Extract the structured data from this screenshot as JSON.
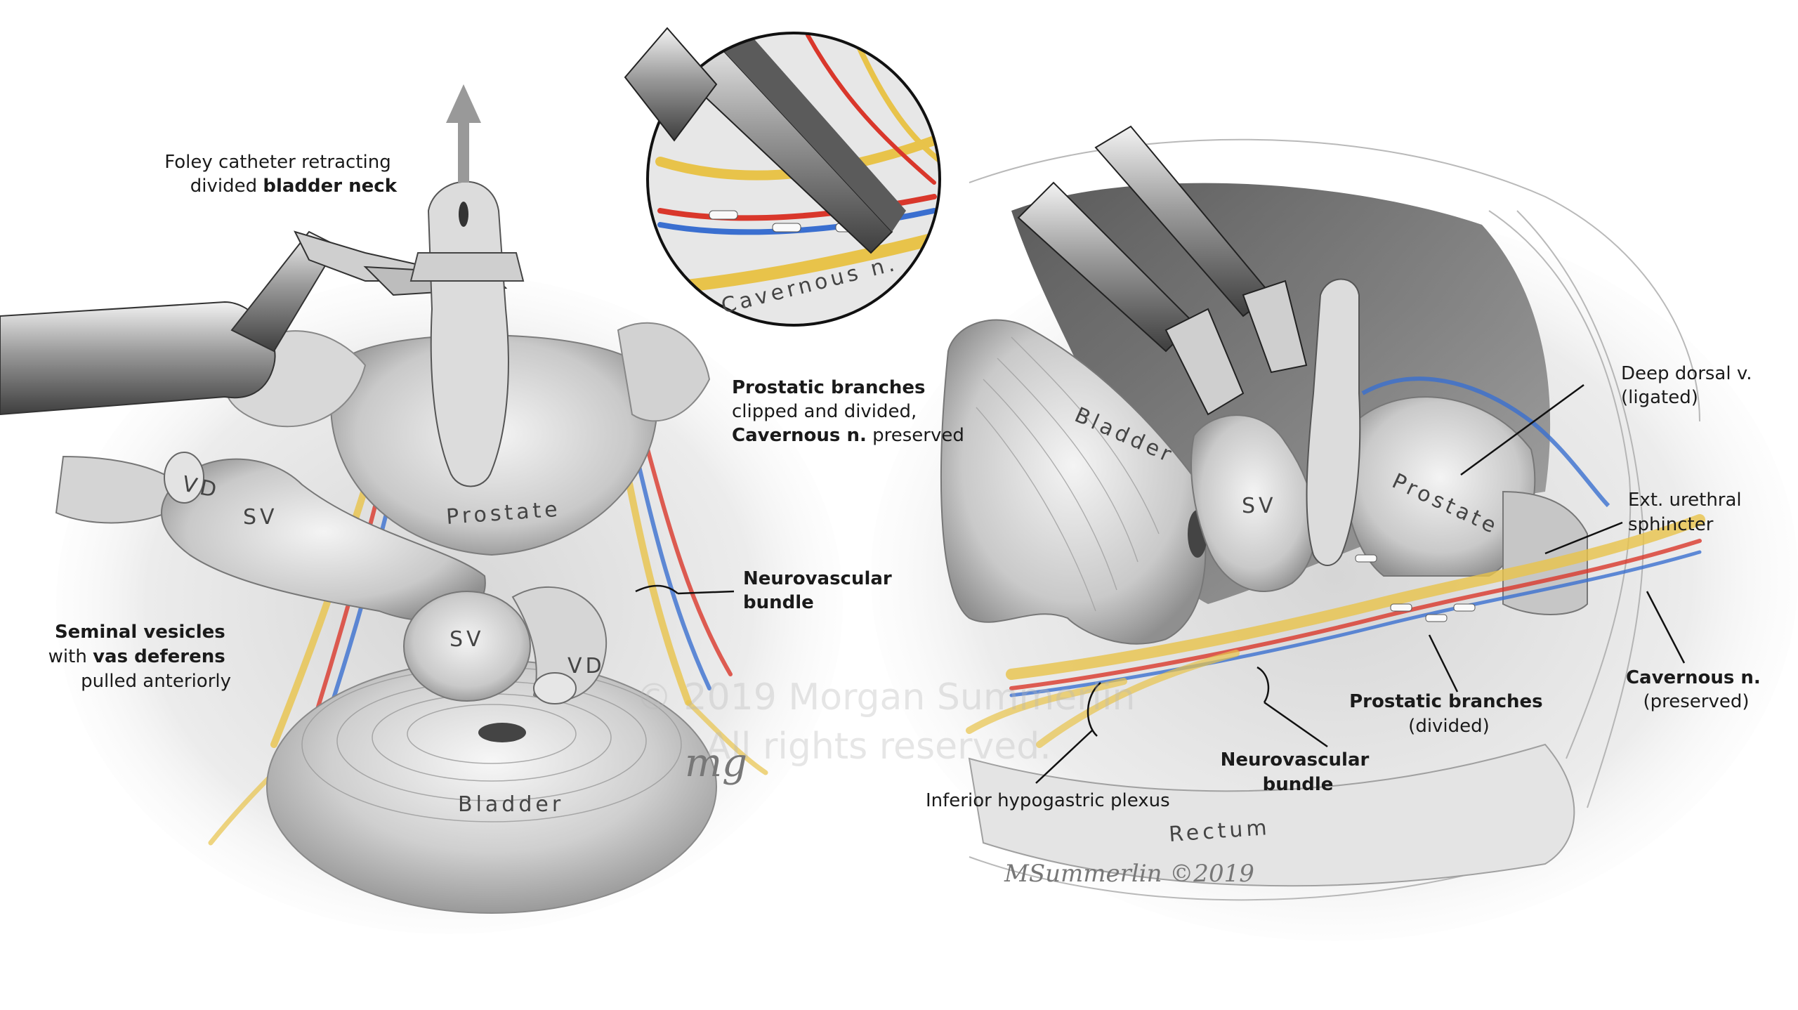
{
  "left_panel": {
    "foley_label": {
      "line1": "Foley catheter retracting",
      "line2_prefix": "divided ",
      "line2_bold": "bladder neck"
    },
    "seminal_label": {
      "line1_bold": "Seminal vesicles",
      "line2_prefix": "with ",
      "line2_bold": "vas deferens",
      "line3": "pulled anteriorly"
    },
    "nvb_label": {
      "line1": "Neurovascular",
      "line2": "bundle"
    },
    "organs": {
      "vd_top": "VD",
      "sv_top": "SV",
      "prostate": "Prostate",
      "sv_bottom": "SV",
      "vd_bottom": "VD",
      "bladder": "Bladder"
    }
  },
  "inset": {
    "cavernous_label": "Cavernous n.",
    "caption": {
      "line1_bold": "Prostatic branches",
      "line2": "clipped and divided,",
      "line3_bold": "Cavernous n.",
      "line3_suffix": " preserved"
    }
  },
  "right_panel": {
    "organs": {
      "bladder": "Bladder",
      "sv": "SV",
      "prostate": "Prostate",
      "rectum": "Rectum"
    },
    "deep_dorsal": {
      "line1": "Deep dorsal v.",
      "line2": "(ligated)"
    },
    "ext_urethral": {
      "line1": "Ext. urethral",
      "line2": "sphincter"
    },
    "cavernous": {
      "line1": "Cavernous n.",
      "line2": "(preserved)"
    },
    "prostatic_branches": {
      "line1": "Prostatic branches",
      "line2": "(divided)"
    },
    "nvb": {
      "line1": "Neurovascular",
      "line2": "bundle"
    },
    "hypogastric": "Inferior hypogastric plexus"
  },
  "watermark": {
    "line1": "© 2019 Morgan Summerlin",
    "line2": "All rights reserved."
  },
  "signatures": {
    "left": "mg",
    "right": "MSummerlin ©2019"
  },
  "colors": {
    "artery": "#d9372b",
    "vein": "#3a6fd0",
    "nerve": "#e8c34a",
    "tissue": "#cfcfcf",
    "dark_tissue": "#6f6f6f"
  },
  "icons": [
    "retraction-arrow-icon",
    "surgical-instrument-icon",
    "vascular-clip-icon"
  ]
}
